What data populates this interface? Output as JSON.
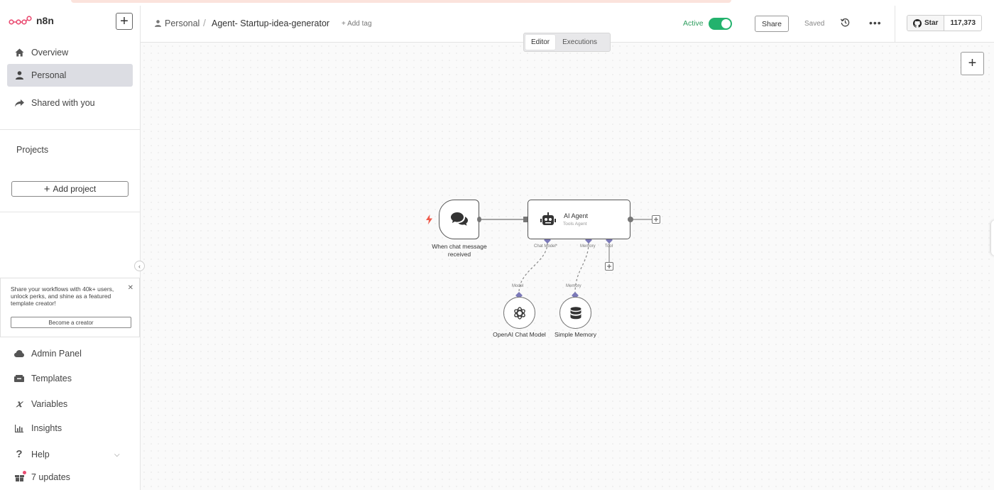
{
  "app": {
    "logo_text": "n8n",
    "brand_color": "#ea4b71",
    "active_color": "#23b26d"
  },
  "sidebar": {
    "nav": [
      {
        "label": "Overview",
        "icon": "home-icon"
      },
      {
        "label": "Personal",
        "icon": "user-icon",
        "active": true
      },
      {
        "label": "Shared with you",
        "icon": "share-icon"
      }
    ],
    "projects_label": "Projects",
    "add_project_label": "Add project",
    "promo": {
      "text": "Share your workflows with 40k+ users, unlock perks, and shine as a featured template creator!",
      "button": "Become a creator"
    },
    "bottom": [
      {
        "label": "Admin Panel",
        "icon": "cloud-icon"
      },
      {
        "label": "Templates",
        "icon": "templates-icon"
      },
      {
        "label": "Variables",
        "icon": "variables-icon"
      },
      {
        "label": "Insights",
        "icon": "insights-icon"
      },
      {
        "label": "Help",
        "icon": "help-icon"
      },
      {
        "label": "7 updates",
        "icon": "gift-icon"
      }
    ]
  },
  "header": {
    "breadcrumb_project": "Personal",
    "workflow_name": "Agent- Startup-idea-generator",
    "add_tag": "+ Add tag",
    "active_label": "Active",
    "share_label": "Share",
    "saved_label": "Saved",
    "star_label": "Star",
    "star_count": "117,373"
  },
  "canvas": {
    "tabs": [
      "Editor",
      "Executions"
    ],
    "active_tab": "Editor",
    "nodes": {
      "trigger": {
        "label": "When chat message received"
      },
      "agent": {
        "title": "AI Agent",
        "subtitle": "Tools Agent"
      },
      "model": {
        "label": "OpenAI Chat Model"
      },
      "memory": {
        "label": "Simple Memory"
      }
    },
    "ports": {
      "chat_model": "Chat Model*",
      "memory": "Memory",
      "tool": "Tool",
      "model_in": "Model",
      "memory_in": "Memory"
    }
  }
}
